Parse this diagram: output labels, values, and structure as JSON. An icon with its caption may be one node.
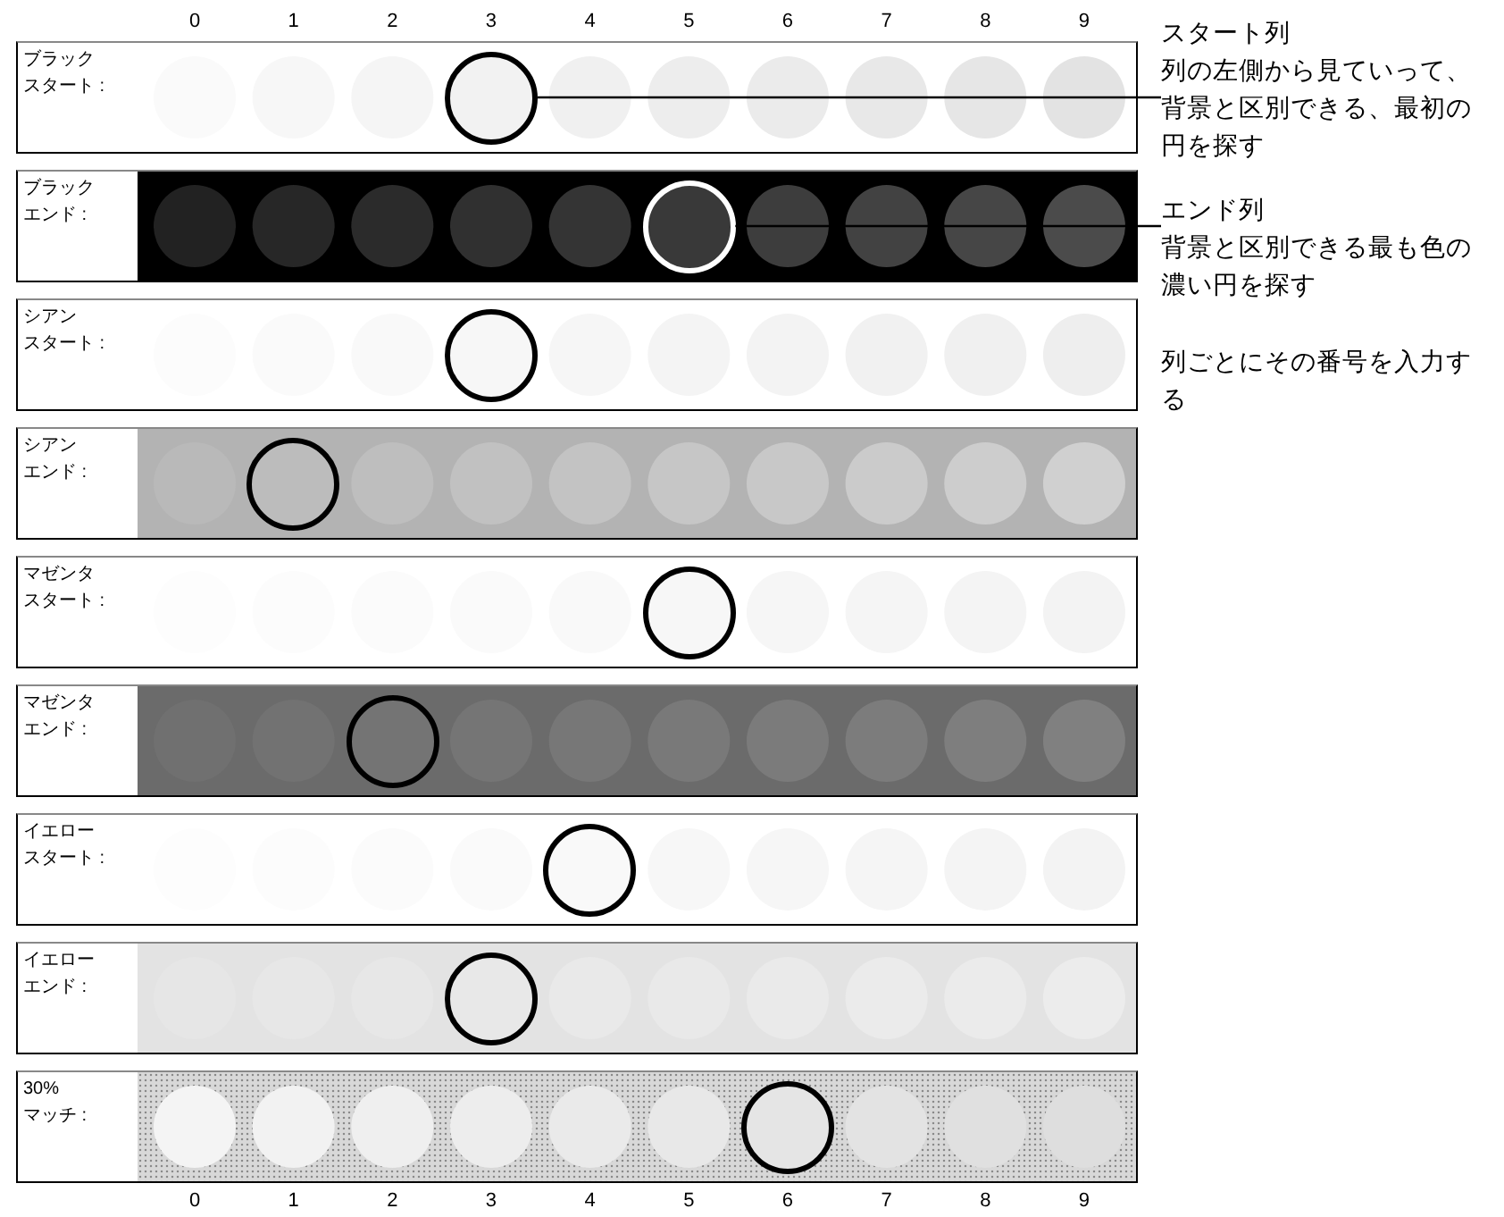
{
  "diagram": {
    "nodes": [
      {
        "text": [
          "ブラック",
          "スタート :"
        ]
      },
      {
        "text": [
          "ブラック",
          "エンド :"
        ]
      },
      {
        "text": [
          "シアン",
          "スタート :"
        ]
      },
      {
        "text": [
          "シアン",
          "エンド :"
        ]
      },
      {
        "text": [
          "マゼンタ",
          "スタート :"
        ]
      },
      {
        "text": [
          "マゼンタ",
          "エンド :"
        ]
      },
      {
        "text": [
          "イエロー",
          "スタート :"
        ]
      },
      {
        "text": [
          "イエロー",
          "エンド :"
        ]
      },
      {
        "text": [
          "30%",
          "マッチ :"
        ]
      },
      {
        "text": [],
        "shape": "circle",
        "in": 0
      },
      {
        "text": [],
        "shape": "circle",
        "in": 1
      },
      {
        "text": [
          "スタート列",
          "列の左側から見ていって、背景と区別できる、最初の円を探す"
        ]
      },
      {
        "text": [
          "エンド列",
          "背景と区別できる最も色の濃い円を探す"
        ]
      }
    ],
    "edges": [
      {
        "from": 9,
        "to": 11,
        "arrow": "none"
      },
      {
        "from": 10,
        "to": 12,
        "arrow": "none"
      }
    ],
    "labels": [
      "0",
      "1",
      "2",
      "3",
      "4",
      "5",
      "6",
      "7",
      "8",
      "9",
      "列ごとにその番号を入力する",
      "0",
      "1",
      "2",
      "3",
      "4",
      "5",
      "6",
      "7",
      "8",
      "9"
    ]
  }
}
